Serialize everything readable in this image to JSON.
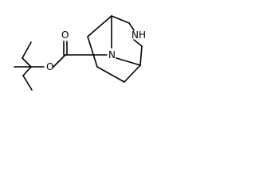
{
  "molecule": {
    "atoms": {
      "O_ester": "O",
      "O_carbonyl": "O",
      "N_amine": "NH",
      "N_bridge": "N"
    }
  },
  "colors": {
    "bond": "#000000",
    "label": "#000000",
    "background": "#ffffff"
  }
}
